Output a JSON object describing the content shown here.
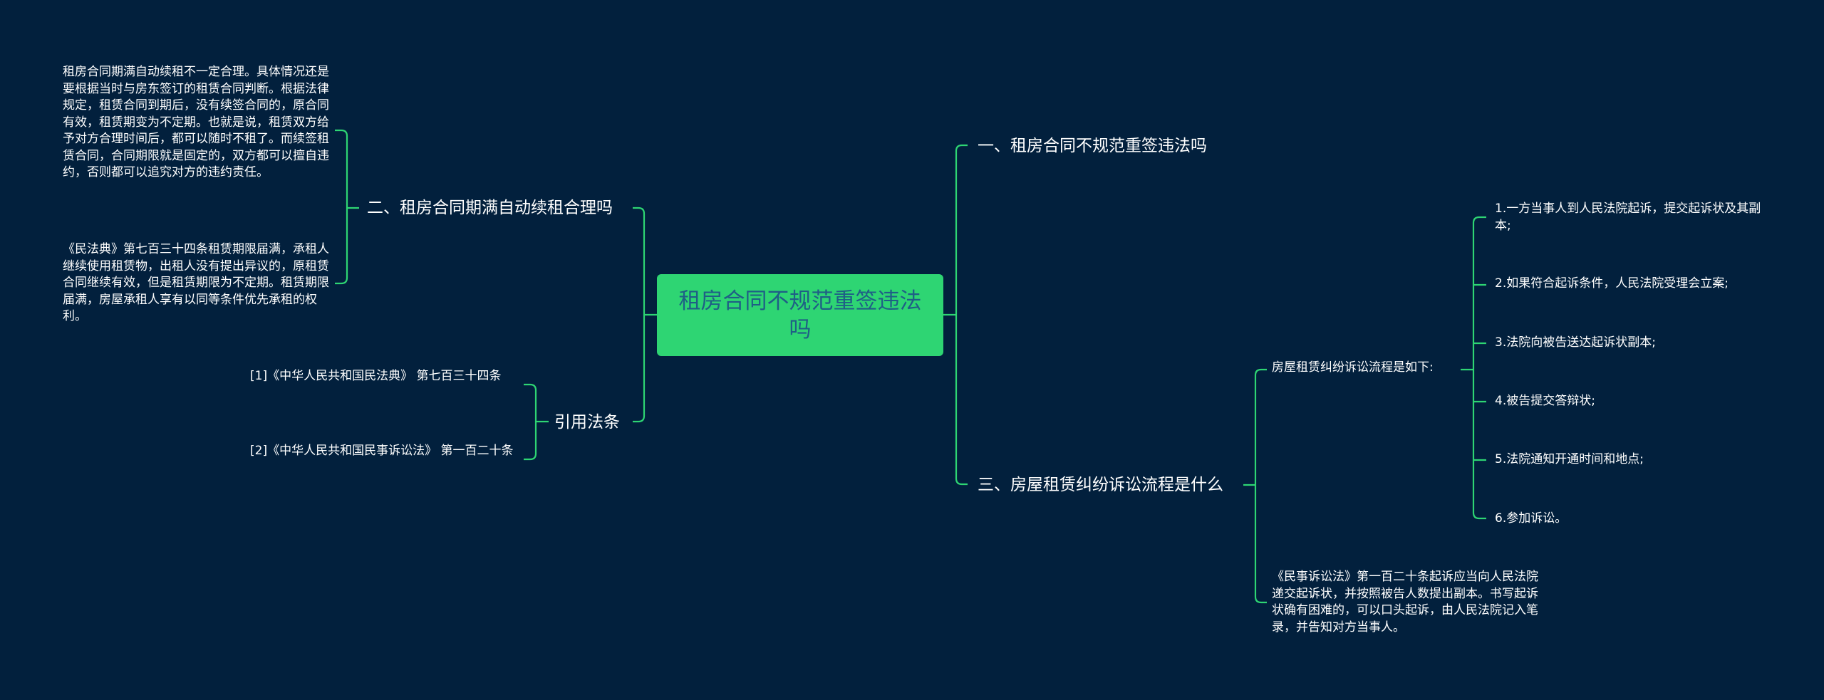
{
  "mindmap": {
    "root": "租房合同不规范重签违法吗",
    "right": [
      {
        "label": "一、租房合同不规范重签违法吗"
      },
      {
        "label": "三、房屋租赁纠纷诉讼流程是什么",
        "children": [
          {
            "label": "房屋租赁纠纷诉讼流程是如下:",
            "children": [
              "1.一方当事人到人民法院起诉，提交起诉状及其副本;",
              "2.如果符合起诉条件，人民法院受理会立案;",
              "3.法院向被告送达起诉状副本;",
              "4.被告提交答辩状;",
              "5.法院通知开通时间和地点;",
              "6.参加诉讼。"
            ]
          },
          "《民事诉讼法》第一百二十条起诉应当向人民法院递交起诉状，并按照被告人数提出副本。书写起诉状确有困难的，可以口头起诉，由人民法院记入笔录，并告知对方当事人。"
        ]
      }
    ],
    "left": [
      {
        "label": "二、租房合同期满自动续租合理吗",
        "children": [
          "租房合同期满自动续租不一定合理。具体情况还是要根据当时与房东签订的租赁合同判断。根据法律规定，租赁合同到期后，没有续签合同的，原合同有效，租赁期变为不定期。也就是说，租赁双方给予对方合理时间后，都可以随时不租了。而续签租赁合同，合同期限就是固定的，双方都可以擅自违约，否则都可以追究对方的违约责任。",
          "《民法典》第七百三十四条租赁期限届满，承租人继续使用租赁物，出租人没有提出异议的，原租赁合同继续有效，但是租赁期限为不定期。租赁期限届满，房屋承租人享有以同等条件优先承租的权利。"
        ]
      },
      {
        "label": "引用法条",
        "children": [
          "[1]《中华人民共和国民法典》 第七百三十四条",
          "[2]《中华人民共和国民事诉讼法》 第一百二十条"
        ]
      }
    ]
  },
  "colors": {
    "background": "#02203d",
    "root_fill": "#2ed573",
    "root_text": "#1f5f86",
    "connector": "#2ed573",
    "text": "#ffffff"
  }
}
